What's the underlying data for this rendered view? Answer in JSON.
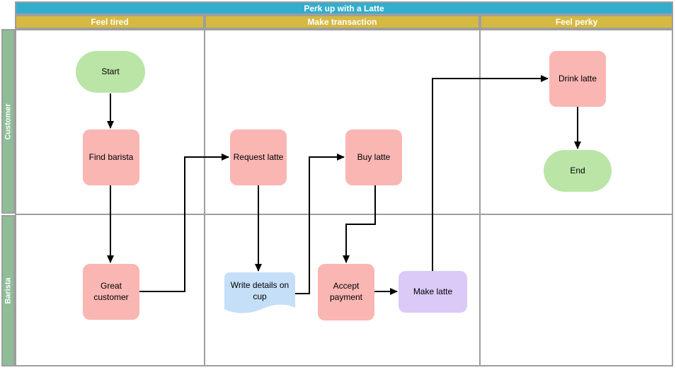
{
  "diagram": {
    "title": "Perk up with a Latte",
    "phases": [
      "Feel tired",
      "Make transaction",
      "Feel perky"
    ],
    "lanes": [
      "Customer",
      "Barista"
    ],
    "nodes": {
      "start": "Start",
      "find_barista": "Find barista",
      "great_customer": "Great customer",
      "request_latte": "Request latte",
      "write_details": "Write details on cup",
      "buy_latte": "Buy latte",
      "accept_payment": "Accept payment",
      "make_latte": "Make latte",
      "drink_latte": "Drink latte",
      "end": "End"
    },
    "colors": {
      "title_bar": "#32ADCD",
      "phase_bar": "#D5B941",
      "lane_label": "#8EBD97",
      "process_fill": "#F9B6B3",
      "terminator_fill": "#BAE5A6",
      "document_fill": "#C6DFF8",
      "alt_process_fill": "#DBC9F8",
      "grid_line": "#9E9E9E",
      "connector": "#000000"
    }
  }
}
